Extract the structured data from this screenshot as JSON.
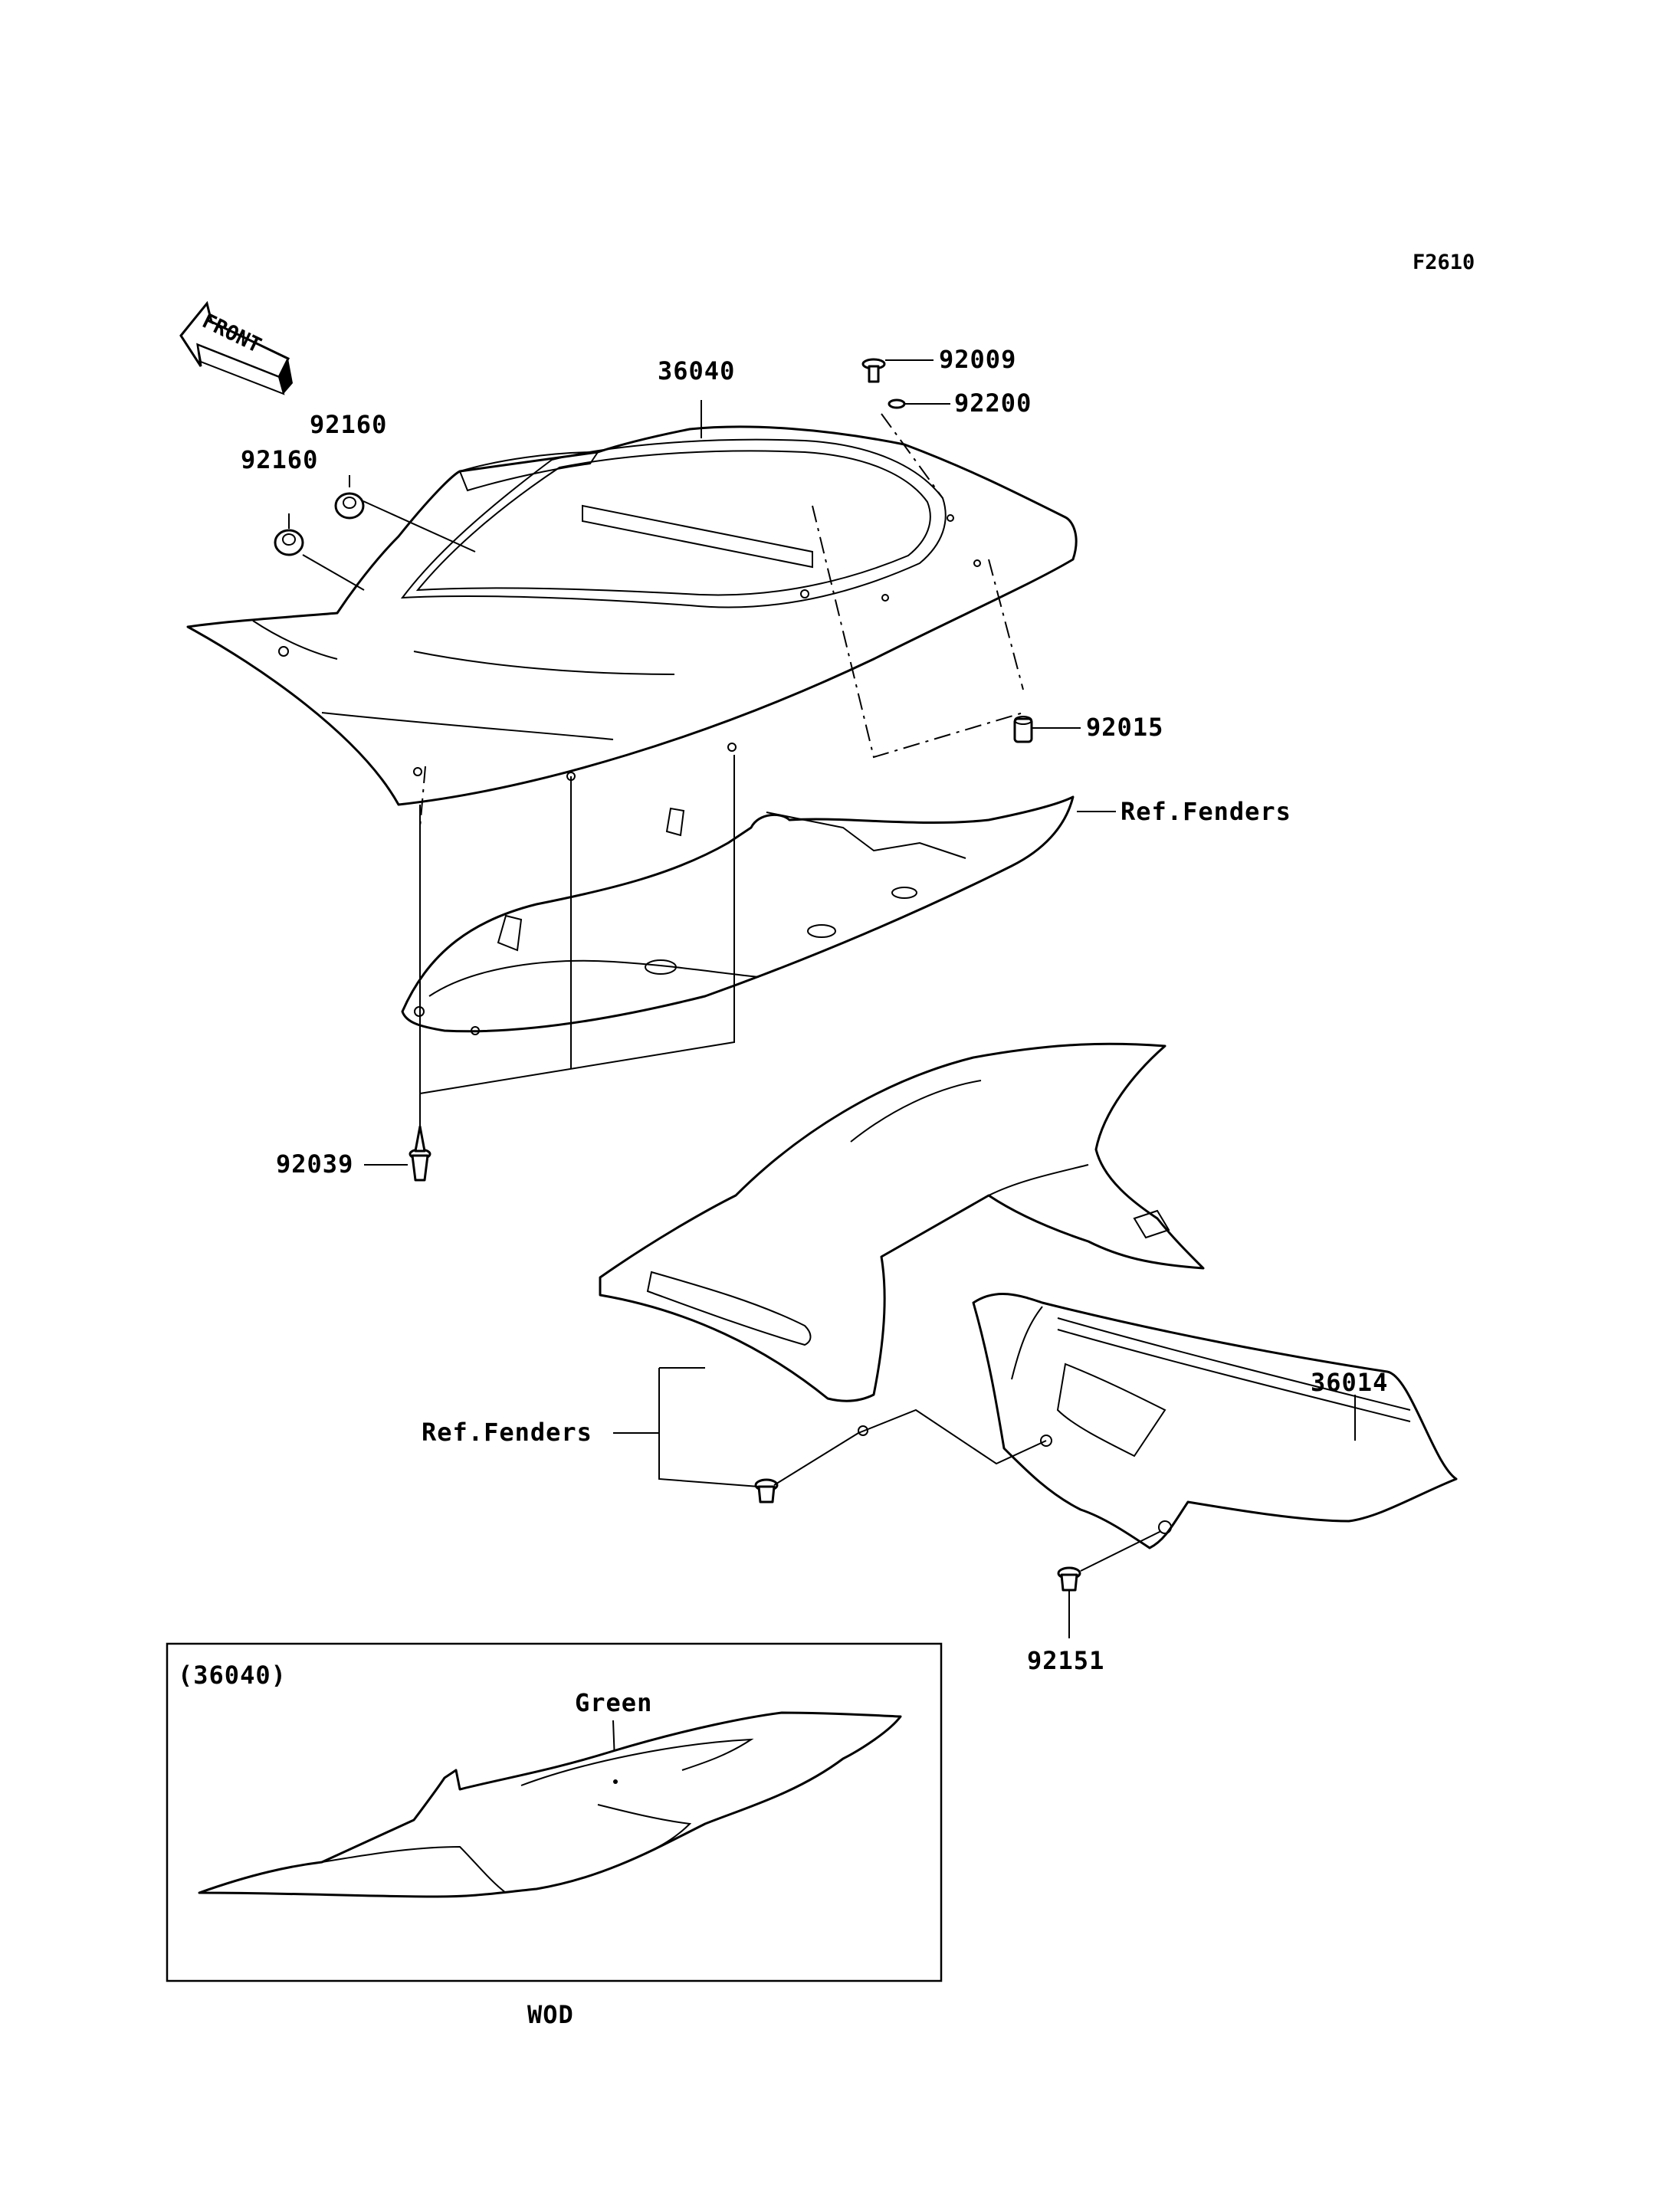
{
  "figure_code": "F2610",
  "front_label": "FRONT",
  "callouts": {
    "p36040": "36040",
    "p92009": "92009",
    "p92200": "92200",
    "p92160_a": "92160",
    "p92160_b": "92160",
    "p92015": "92015",
    "ref_fenders_1": "Ref.Fenders",
    "p92039": "92039",
    "p36014": "36014",
    "ref_fenders_2": "Ref.Fenders",
    "p92151": "92151"
  },
  "inset": {
    "part_ref": "(36040)",
    "color_label": "Green",
    "variant_label": "WOD"
  }
}
